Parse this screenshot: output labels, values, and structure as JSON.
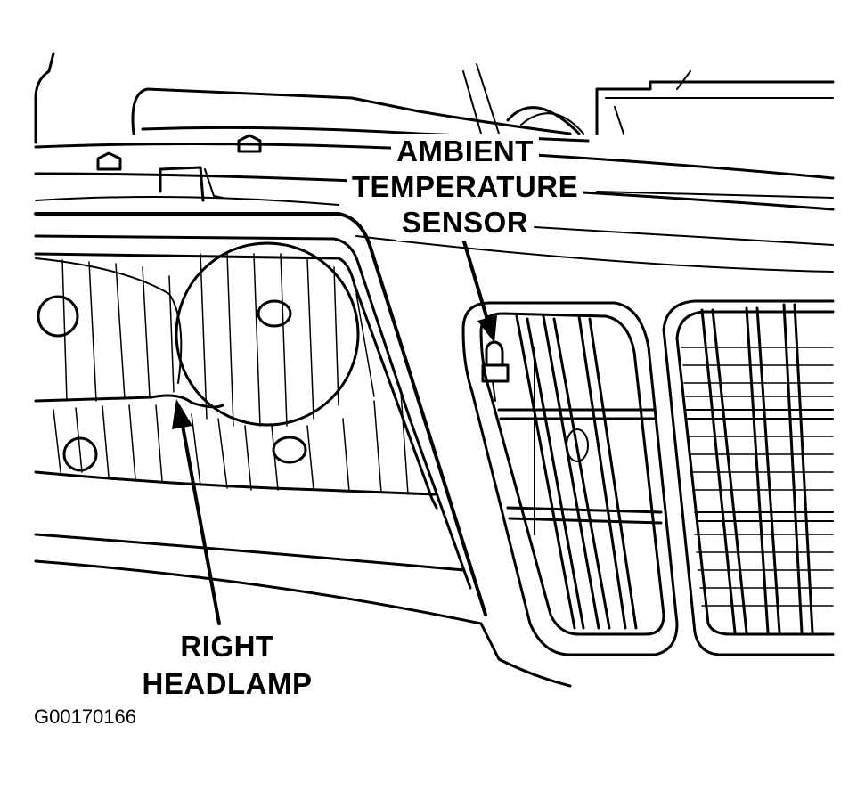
{
  "labels": {
    "ambient_sensor": [
      "AMBIENT",
      "TEMPERATURE",
      "SENSOR"
    ],
    "right_headlamp": [
      "RIGHT",
      "HEADLAMP"
    ]
  },
  "figure_id": "G00170166",
  "colors": {
    "ink": "#000000",
    "paper": "#ffffff"
  }
}
